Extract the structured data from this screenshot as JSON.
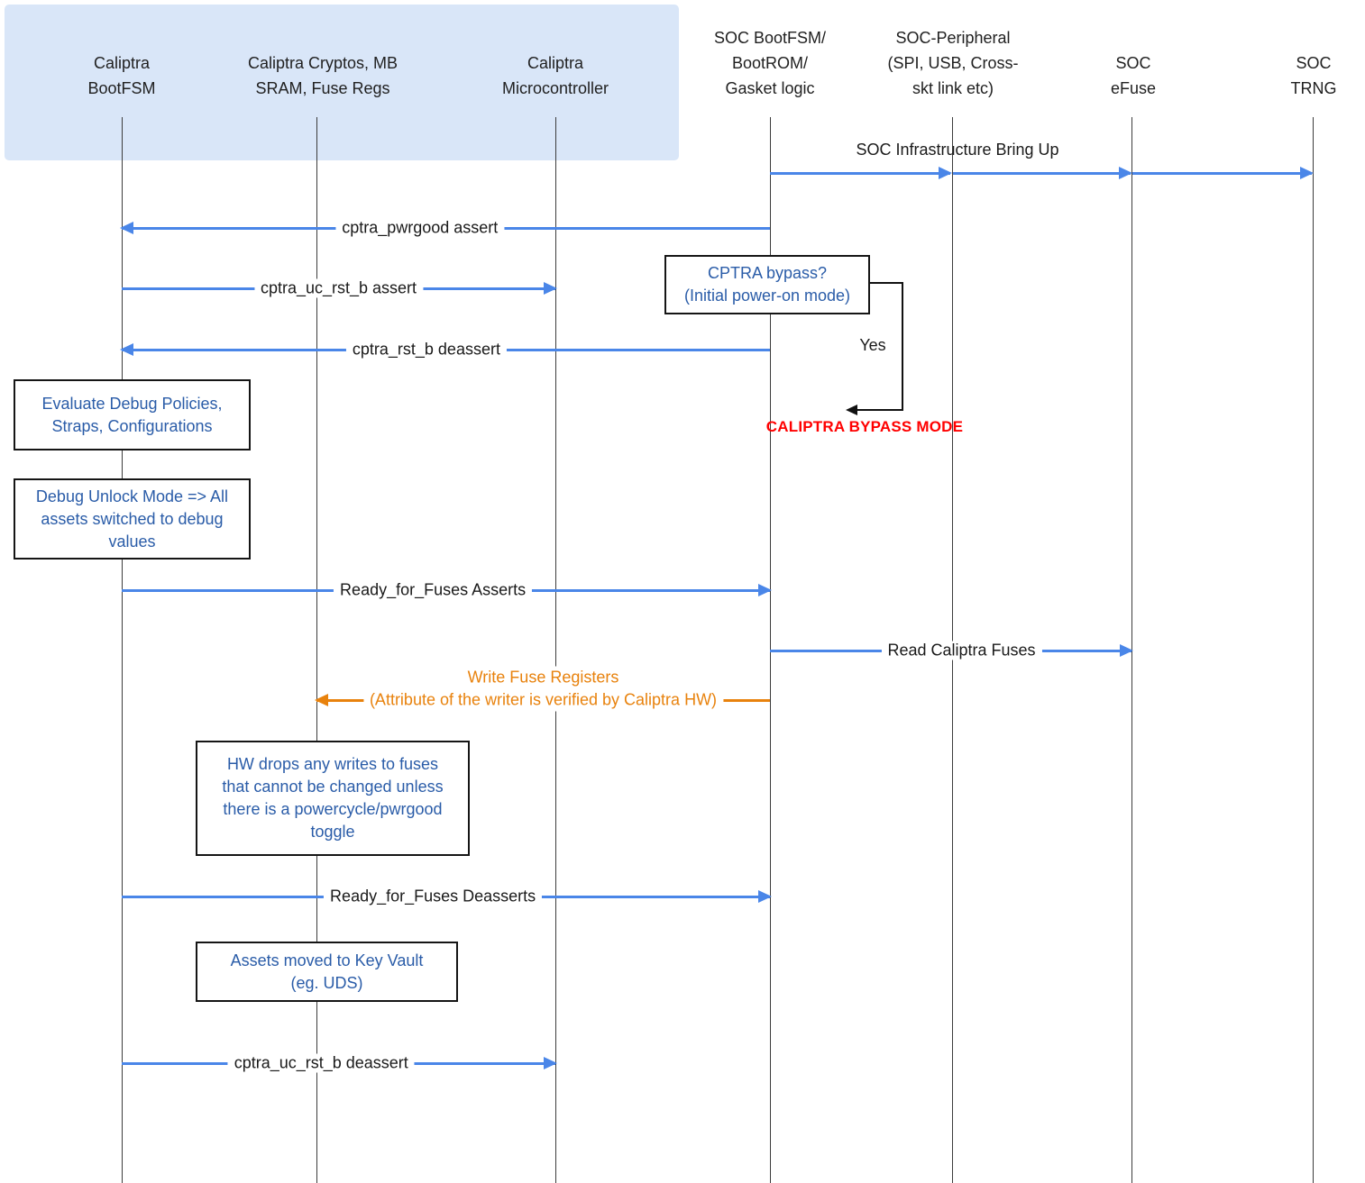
{
  "colors": {
    "banner_background": "#d9e6f8",
    "arrow_blue": "#4a86e8",
    "note_text_blue": "#2a5ca8",
    "bypass_mode_red": "#ff0000",
    "fuse_write_orange": "#e8820d",
    "lifeline_black": "#3c3c3c"
  },
  "lifelines": [
    {
      "label": "Caliptra\nBootFSM"
    },
    {
      "label": "Caliptra Cryptos, MB\nSRAM, Fuse Regs"
    },
    {
      "label": "Caliptra\nMicrocontroller"
    },
    {
      "label": "SOC BootFSM/\nBootROM/\nGasket logic"
    },
    {
      "label": "SOC-Peripheral\n(SPI, USB, Cross-\nskt link etc)"
    },
    {
      "label": "SOC\neFuse"
    },
    {
      "label": "SOC\nTRNG"
    }
  ],
  "messages": [
    {
      "label": "SOC Infrastructure Bring Up",
      "from": "SOC BootFSM/BootROM/Gasket logic",
      "to": "SOC TRNG",
      "direction": "right",
      "color": "#4a86e8"
    },
    {
      "label": "cptra_pwrgood assert",
      "from": "SOC BootFSM/BootROM/Gasket logic",
      "to": "Caliptra BootFSM",
      "direction": "left",
      "color": "#4a86e8"
    },
    {
      "label": "cptra_uc_rst_b assert",
      "from": "Caliptra BootFSM",
      "to": "Caliptra Microcontroller",
      "direction": "right",
      "color": "#4a86e8"
    },
    {
      "label": "cptra_rst_b deassert",
      "from": "SOC BootFSM/BootROM/Gasket logic",
      "to": "Caliptra BootFSM",
      "direction": "left",
      "color": "#4a86e8"
    },
    {
      "label": "Ready_for_Fuses Asserts",
      "from": "Caliptra BootFSM",
      "to": "SOC BootFSM/BootROM/Gasket logic",
      "direction": "right",
      "color": "#4a86e8"
    },
    {
      "label": "Read Caliptra Fuses",
      "from": "SOC BootFSM/BootROM/Gasket logic",
      "to": "SOC eFuse",
      "direction": "right",
      "color": "#4a86e8"
    },
    {
      "label": "Write Fuse Registers\n(Attribute of the writer is verified by Caliptra HW)",
      "from": "SOC BootFSM/BootROM/Gasket logic",
      "to": "Caliptra Cryptos, MB SRAM, Fuse Regs",
      "direction": "left",
      "color": "#e8820d"
    },
    {
      "label": "Ready_for_Fuses Deasserts",
      "from": "Caliptra BootFSM",
      "to": "SOC BootFSM/BootROM/Gasket logic",
      "direction": "right",
      "color": "#4a86e8"
    },
    {
      "label": "cptra_uc_rst_b deassert",
      "from": "Caliptra BootFSM",
      "to": "Caliptra Microcontroller",
      "direction": "right",
      "color": "#4a86e8"
    }
  ],
  "notes": [
    {
      "text": "Evaluate Debug Policies,\nStraps, Configurations"
    },
    {
      "text": "Debug Unlock Mode => All\nassets switched to debug\nvalues"
    },
    {
      "text": "HW drops any writes to fuses\nthat cannot be changed unless\nthere is a powercycle/pwrgood\ntoggle"
    },
    {
      "text": "Assets moved to Key Vault\n(eg. UDS)"
    }
  ],
  "decision": {
    "question": "CPTRA bypass?\n(Initial power-on mode)",
    "branch_label": "Yes",
    "result": "CALIPTRA BYPASS MODE"
  }
}
